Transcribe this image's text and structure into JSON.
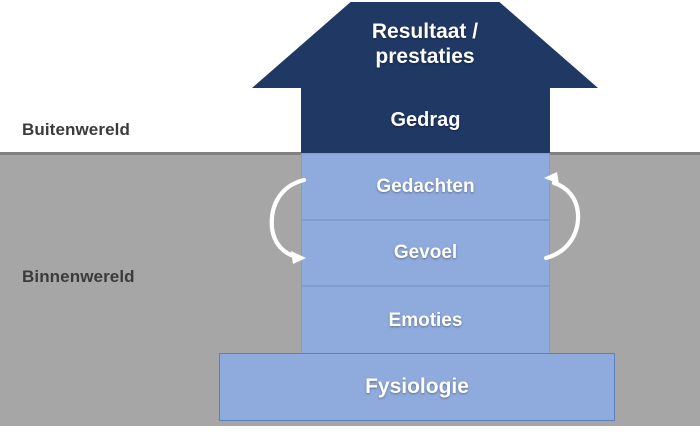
{
  "diagram": {
    "title": "Iceberg / arrow model: Buitenwereld vs Binnenwereld",
    "colors": {
      "dark_navy": "#203864",
      "light_blue": "#8faadc",
      "inner_world_gray": "#a6a6a6",
      "outer_world_white": "#ffffff",
      "arrow_white": "#ffffff",
      "label_text": "#3b3b3b"
    },
    "worlds": [
      {
        "id": "outer",
        "label": "Buitenwereld"
      },
      {
        "id": "inner",
        "label": "Binnenwereld"
      }
    ],
    "arrow": {
      "head": {
        "label_line1": "Resultaat /",
        "label_line2": "prestaties",
        "color": "#203864"
      },
      "layers": [
        {
          "id": "gedrag",
          "label": "Gedrag",
          "world": "outer",
          "color": "#203864"
        },
        {
          "id": "gedachten",
          "label": "Gedachten",
          "world": "inner",
          "color": "#8faadc"
        },
        {
          "id": "gevoel",
          "label": "Gevoel",
          "world": "inner",
          "color": "#8faadc"
        },
        {
          "id": "emoties",
          "label": "Emoties",
          "world": "inner",
          "color": "#8faadc"
        },
        {
          "id": "fysiologie",
          "label": "Fysiologie",
          "world": "inner",
          "color": "#8faadc"
        }
      ]
    },
    "cycle_arrows": [
      {
        "id": "left-cycle-arrow",
        "direction": "downward",
        "from": "Gedachten",
        "to": "Gevoel"
      },
      {
        "id": "right-cycle-arrow",
        "direction": "upward",
        "from": "Gevoel",
        "to": "Gedachten"
      }
    ]
  }
}
